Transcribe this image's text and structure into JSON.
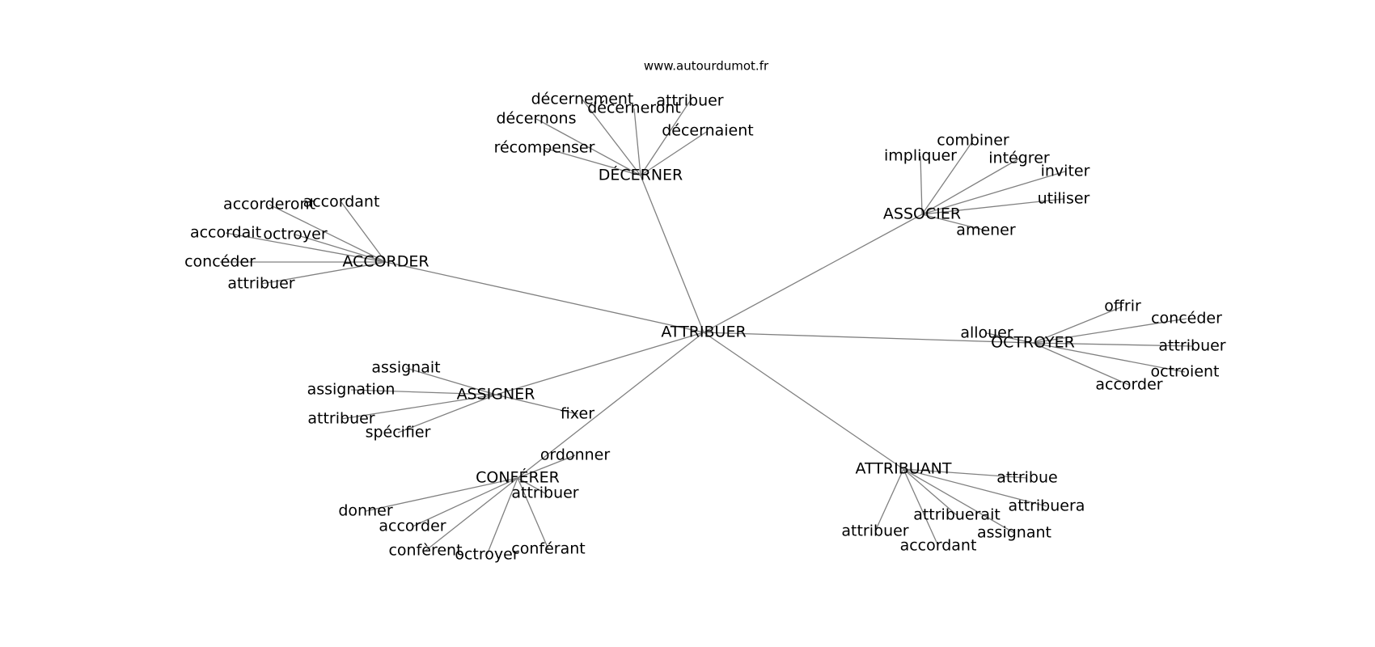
{
  "watermark": "www.autourdumot.fr",
  "center": "ATTRIBUER",
  "groups": [
    {
      "label": "DÉCERNER",
      "words": [
        "décernement",
        "décerneront",
        "attribuer",
        "décernons",
        "décernaient",
        "récompenser"
      ]
    },
    {
      "label": "ASSOCIER",
      "words": [
        "combiner",
        "impliquer",
        "intégrer",
        "inviter",
        "utiliser",
        "amener"
      ]
    },
    {
      "label": "ACCORDER",
      "words": [
        "accorderont",
        "accordant",
        "accordait",
        "octroyer",
        "concéder",
        "attribuer"
      ]
    },
    {
      "label": "OCTROYER",
      "words": [
        "offrir",
        "concéder",
        "allouer",
        "attribuer",
        "octroient",
        "accorder"
      ]
    },
    {
      "label": "ASSIGNER",
      "words": [
        "assignait",
        "assignation",
        "fixer",
        "attribuer",
        "spécifier"
      ]
    },
    {
      "label": "CONFÉRER",
      "words": [
        "ordonner",
        "attribuer",
        "donner",
        "accorder",
        "confèrent",
        "octroyer",
        "conférant"
      ]
    },
    {
      "label": "ATTRIBUANT",
      "words": [
        "attribue",
        "attribuera",
        "attribuerait",
        "assignant",
        "attribuer",
        "accordant"
      ]
    }
  ]
}
